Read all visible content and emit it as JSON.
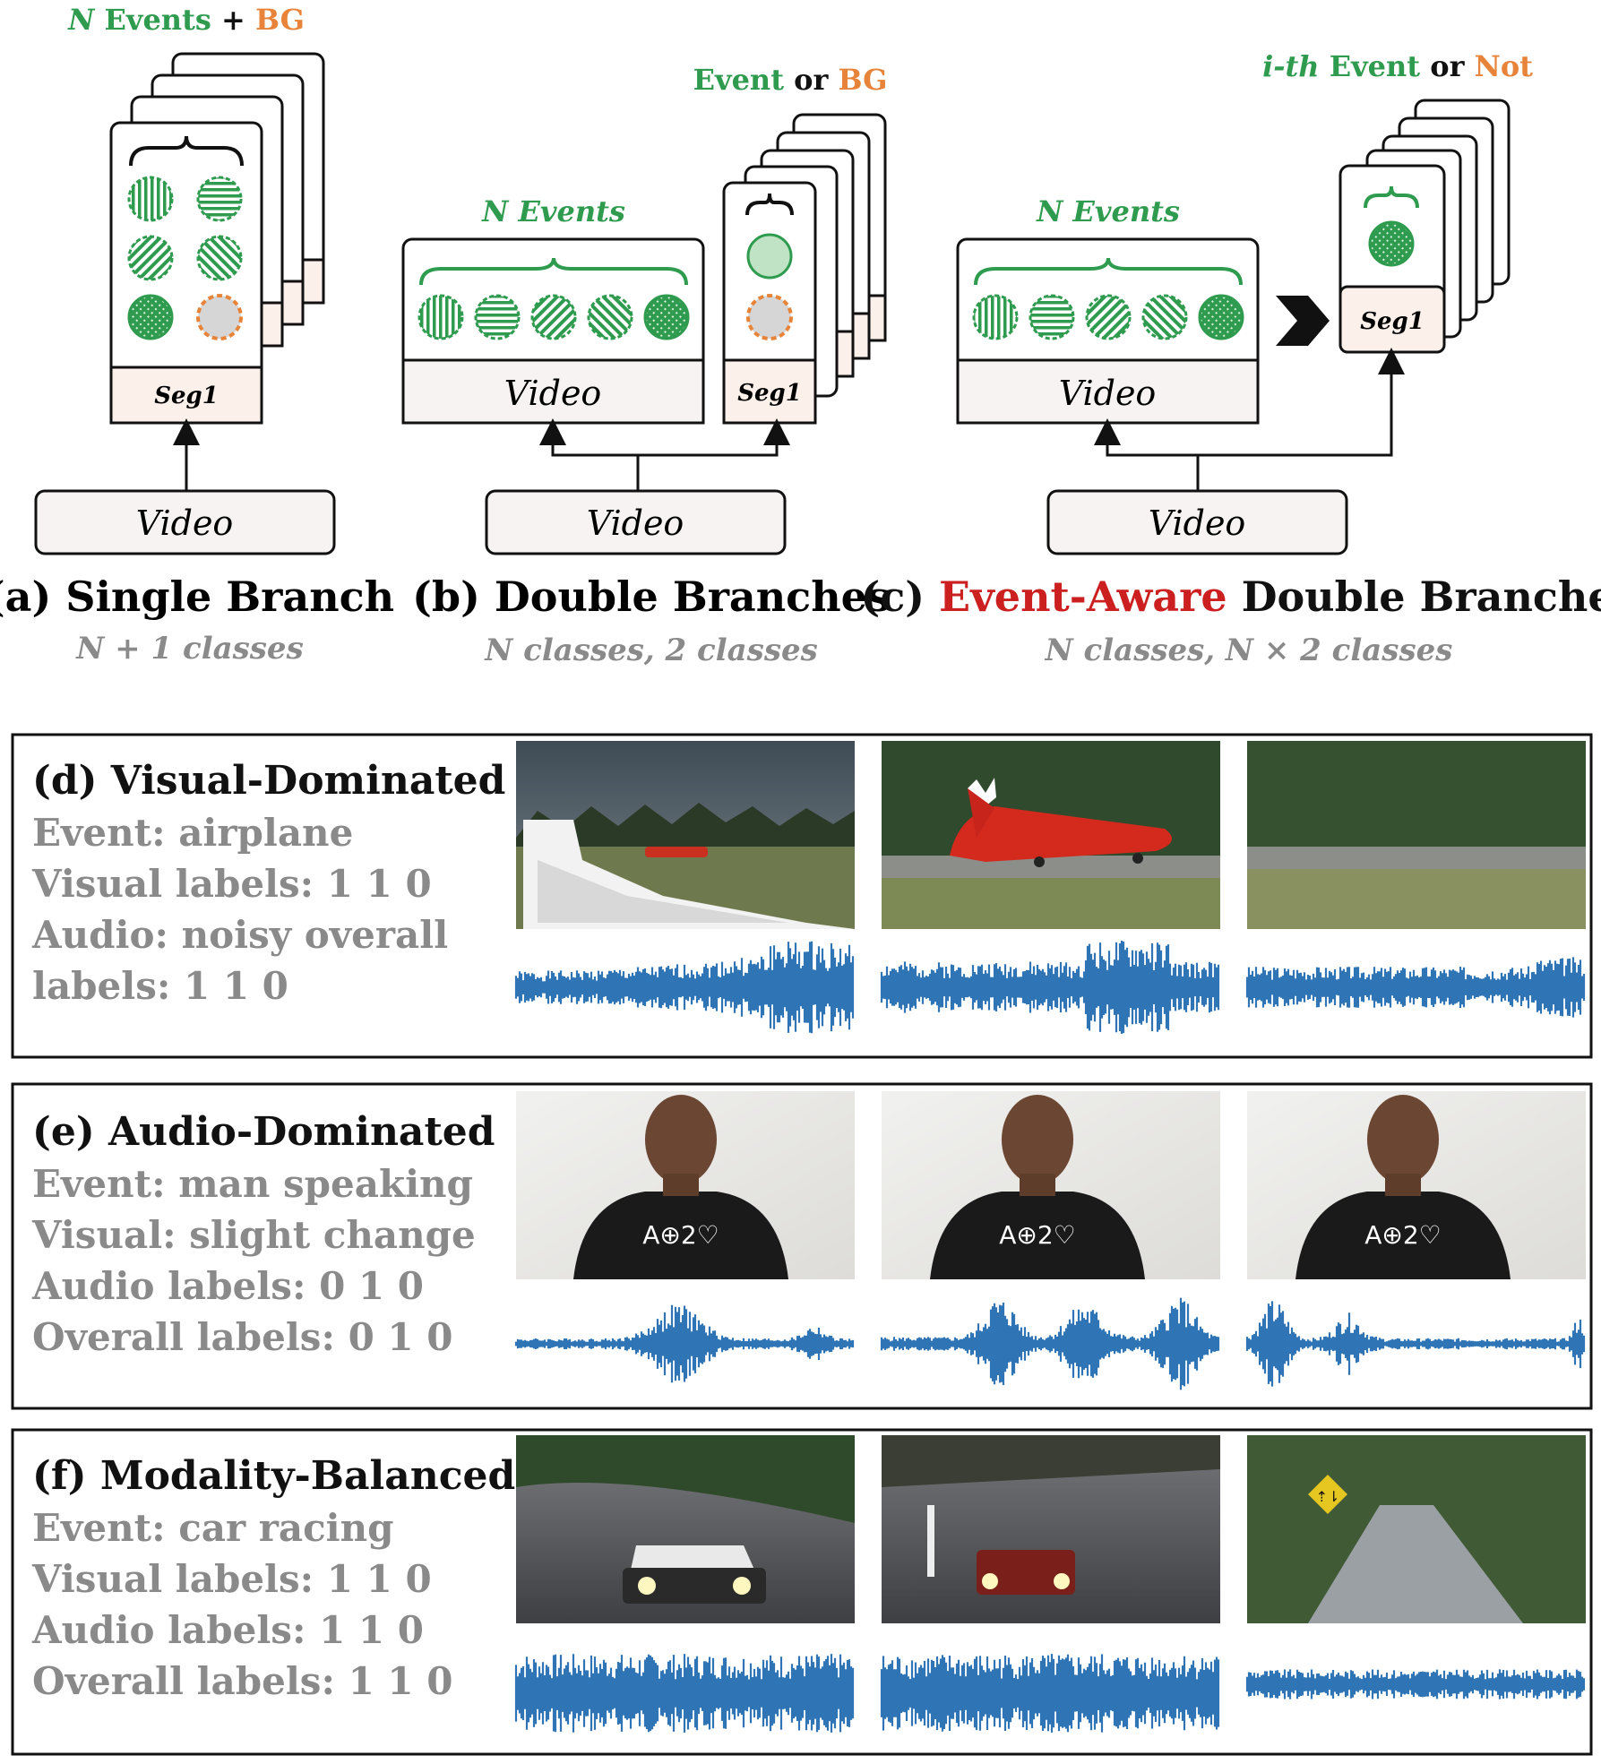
{
  "colors": {
    "green": "#2e9b4e",
    "orange": "#e8843a",
    "red": "#cc1f1f",
    "gray": "#8a8a8a",
    "wave": "#2f75b5",
    "box_fill": "#f7f3f2",
    "seg_fill": "#fbf0ea",
    "black": "#111111"
  },
  "top": {
    "a": {
      "header_n": "N",
      "header_events": " Events ",
      "header_plus": "+",
      "header_bg": " BG",
      "seg_label": "Seg1",
      "video_label": "Video",
      "caption": "(a) Single Branch",
      "sub": "N + 1 classes"
    },
    "b": {
      "header_events": "N Events",
      "header2_event": "Event",
      "header2_or": " or ",
      "header2_bg": "BG",
      "video_top_label": "Video",
      "seg_label": "Seg1",
      "video_label": "Video",
      "caption": "(b) Double Branches",
      "sub": "N classes, 2 classes"
    },
    "c": {
      "header_events": "N Events",
      "header2_ith": "i-th",
      "header2_event": " Event",
      "header2_or": " or ",
      "header2_not": "Not",
      "video_top_label": "Video",
      "seg_label": "Seg1",
      "video_label": "Video",
      "caption_prefix": "(c) ",
      "caption_red": "Event-Aware",
      "caption_suffix": " Double Branches",
      "sub": "N classes, N × 2 classes"
    }
  },
  "panels": {
    "d": {
      "title": "(d) Visual-Dominated",
      "lines": [
        "Event: airplane",
        "Visual labels: 1 1 0",
        "Audio: noisy overall",
        "labels: 1 1 0"
      ],
      "frames": [
        "airplane-frame-1",
        "airplane-frame-2",
        "airplane-frame-3"
      ]
    },
    "e": {
      "title": "(e) Audio-Dominated",
      "lines": [
        "Event: man speaking",
        "Visual: slight change",
        "Audio labels: 0 1 0",
        "Overall labels: 0 1 0"
      ],
      "frames": [
        "speaker-frame-1",
        "speaker-frame-2",
        "speaker-frame-3"
      ]
    },
    "f": {
      "title": "(f) Modality-Balanced",
      "lines": [
        "Event: car racing",
        "Visual labels: 1 1 0",
        "Audio labels: 1 1 0",
        "Overall labels: 1 1 0"
      ],
      "frames": [
        "car-frame-1",
        "car-frame-2",
        "car-frame-3"
      ]
    }
  },
  "shirt_text": "A⊕2♡",
  "car_sign": "⇡⇂"
}
